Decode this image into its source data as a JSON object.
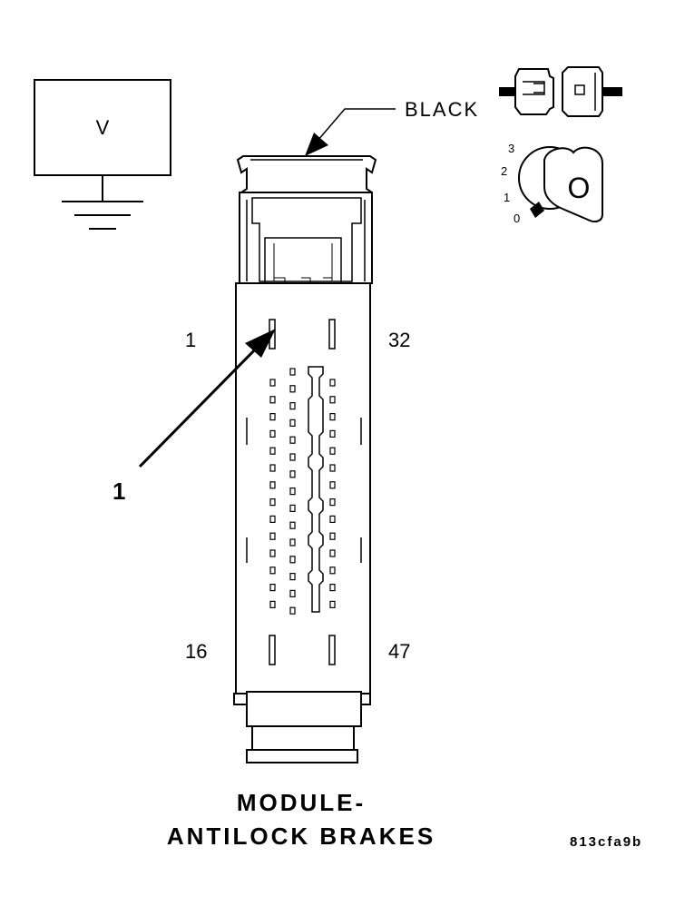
{
  "meter": {
    "label": "V"
  },
  "connector": {
    "color_label": "BLACK",
    "pin_labels": {
      "top_left": "1",
      "top_right": "32",
      "bottom_left": "16",
      "bottom_right": "47"
    },
    "callout": "1"
  },
  "ignition": {
    "positions": [
      "3",
      "2",
      "1",
      "0"
    ],
    "key_label": "O"
  },
  "title": {
    "line1": "MODULE-",
    "line2": "ANTILOCK BRAKES"
  },
  "figure_code": "813cfa9b"
}
